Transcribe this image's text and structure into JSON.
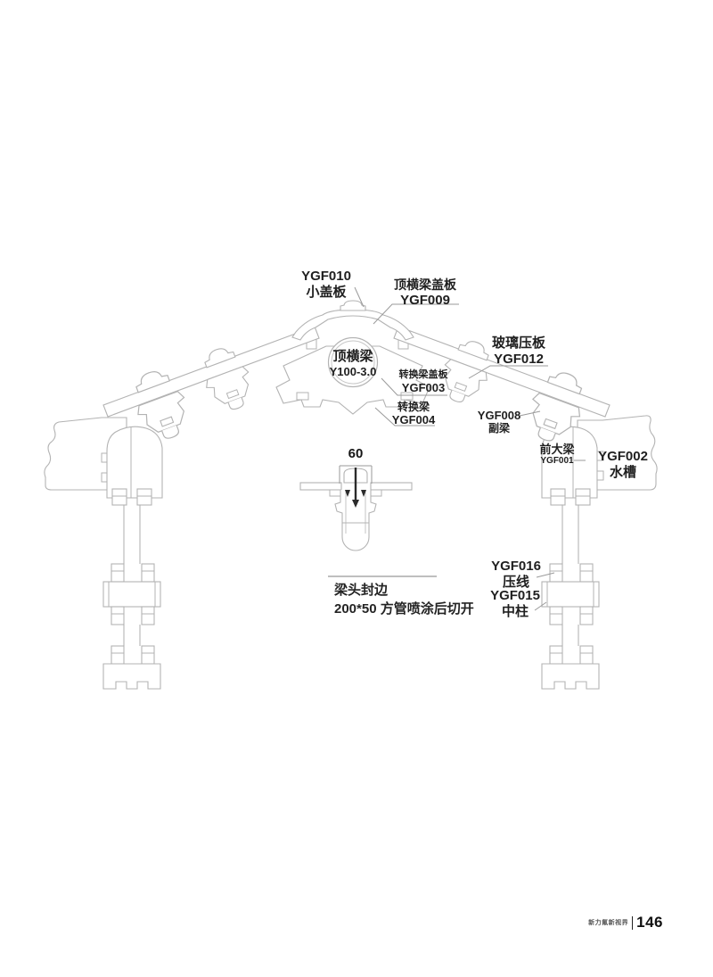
{
  "colors": {
    "drawing_line": "#b3b3b3",
    "leader_line": "#9a9a9a",
    "text": "#1f1f1f",
    "accent_dark": "#2b2b2b"
  },
  "labels": {
    "ygf010": {
      "code": "YGF010",
      "name": "小盖板"
    },
    "ygf009": {
      "name": "顶横梁盖板",
      "code": "YGF009"
    },
    "ridge_beam": {
      "name": "顶横梁",
      "spec": "Y100-3.0"
    },
    "ygf012": {
      "name": "玻璃压板",
      "code": "YGF012"
    },
    "ygf003": {
      "name": "转换梁盖板",
      "code": "YGF003"
    },
    "ygf004": {
      "name": "转换梁",
      "code": "YGF004"
    },
    "ygf008": {
      "code": "YGF008",
      "name": "副梁"
    },
    "ygf001": {
      "name": "前大梁",
      "code": "YGF001"
    },
    "ygf002": {
      "code": "YGF002",
      "name": "水槽"
    },
    "ygf016": {
      "code": "YGF016",
      "name": "压线"
    },
    "ygf015": {
      "code": "YGF015",
      "name": "中柱"
    }
  },
  "dimension": {
    "value": "60"
  },
  "note": {
    "line1": "梁头封边",
    "line2": "200*50 方管喷涂后切开"
  },
  "footer": {
    "brand": "新力氟新视界",
    "page": "146"
  }
}
